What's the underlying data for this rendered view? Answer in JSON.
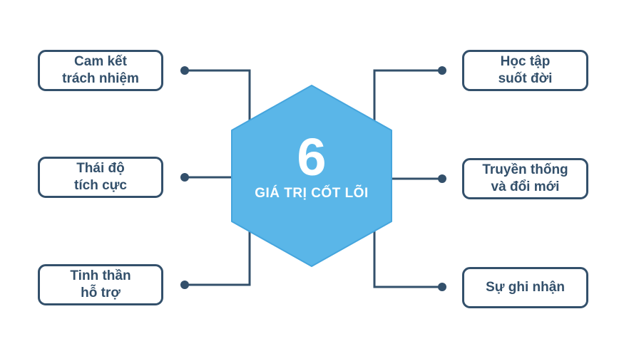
{
  "center": {
    "number": "6",
    "label": "GIÁ TRỊ CỐT LÕI"
  },
  "left_items": [
    {
      "lines": [
        "Cam kết",
        "trách nhiệm"
      ]
    },
    {
      "lines": [
        "Thái độ",
        "tích cực"
      ]
    },
    {
      "lines": [
        "Tinh thần",
        "hỗ trợ"
      ]
    }
  ],
  "right_items": [
    {
      "lines": [
        "Học tập",
        "suốt đời"
      ]
    },
    {
      "lines": [
        "Truyền thống",
        "và đổi mới"
      ]
    },
    {
      "lines": [
        "Sự ghi nhận"
      ]
    }
  ],
  "colors": {
    "background": "#ffffff",
    "line": "#33506b",
    "box_border": "#33506b",
    "box_text": "#33506b",
    "hex_fill": "#5ab6e8",
    "hex_border": "#45a5dd",
    "hex_text": "#ffffff"
  }
}
